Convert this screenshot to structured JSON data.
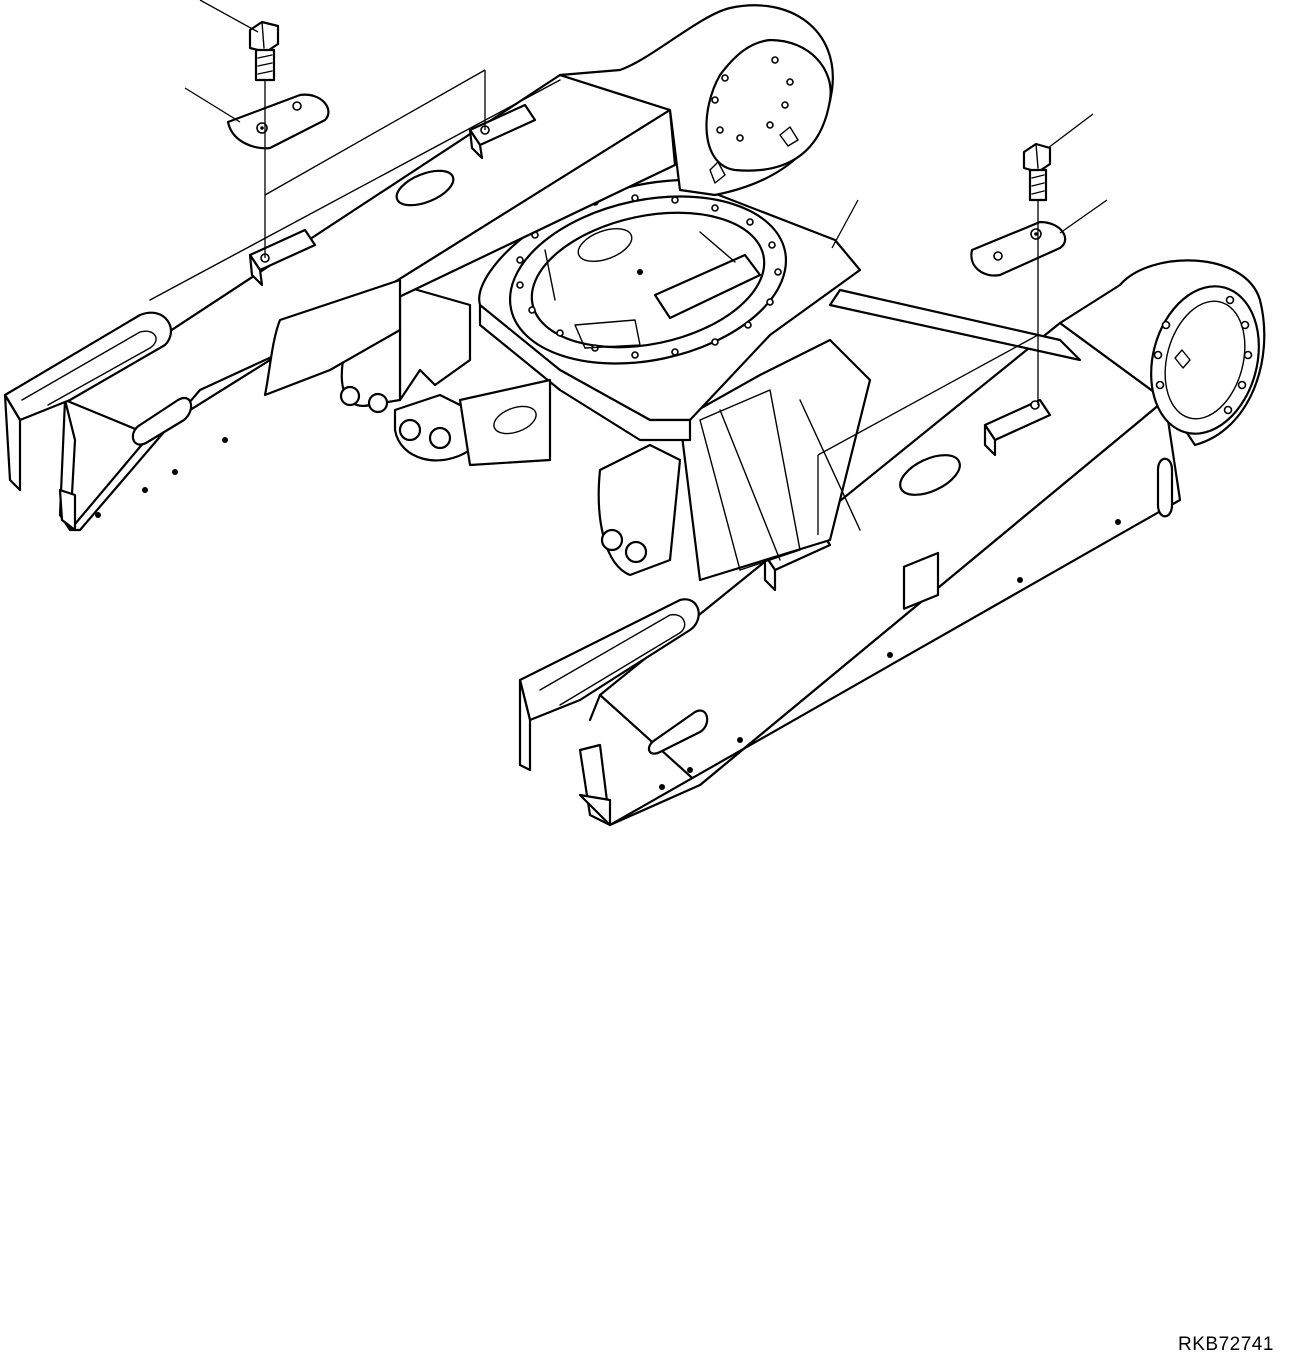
{
  "drawing": {
    "code": "RKB72741",
    "subject": "crawler-track-frame",
    "parts": [
      "bolt",
      "guard-plate",
      "mounting-bracket",
      "track-frame"
    ],
    "callouts": [
      {
        "part": "bolt",
        "side": "left"
      },
      {
        "part": "guard-plate",
        "side": "left"
      },
      {
        "part": "bolt",
        "side": "right"
      },
      {
        "part": "guard-plate",
        "side": "right"
      },
      {
        "part": "track-frame",
        "side": "center"
      }
    ],
    "line_color": "#000000",
    "background_color": "#ffffff"
  }
}
